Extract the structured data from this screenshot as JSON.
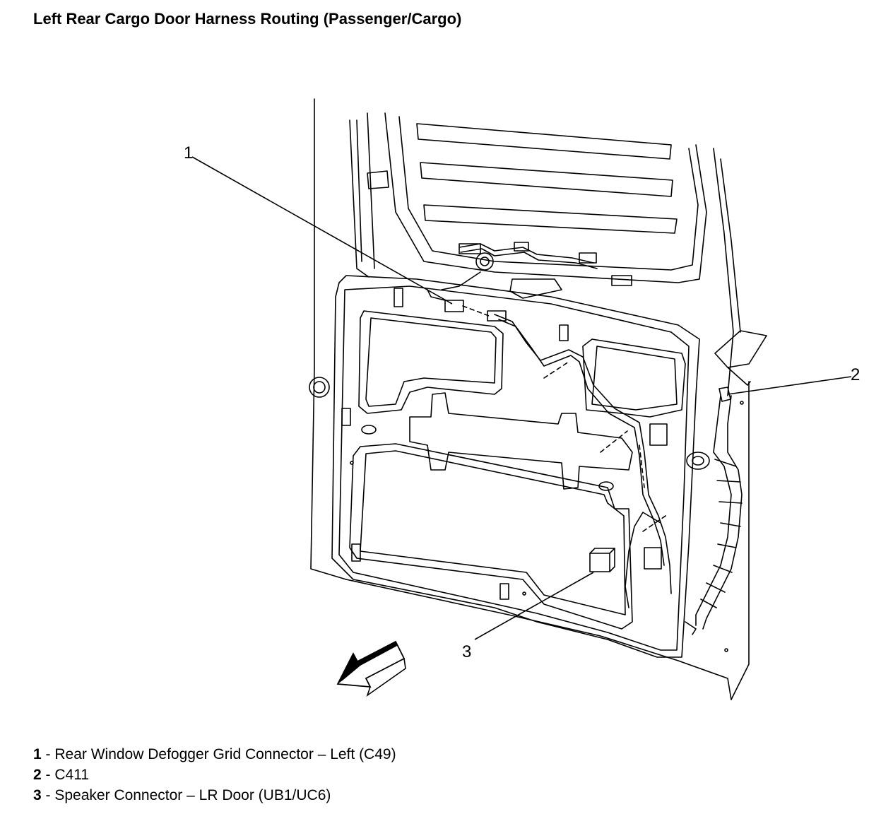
{
  "title": "Left Rear Cargo Door Harness Routing (Passenger/Cargo)",
  "callouts": [
    {
      "num": "1",
      "label": "Rear Window Defogger Grid Connector – Left (C49)"
    },
    {
      "num": "2",
      "label": "C411"
    },
    {
      "num": "3",
      "label": "Speaker Connector – LR Door (UB1/UC6)"
    }
  ],
  "legend_separator": " - "
}
